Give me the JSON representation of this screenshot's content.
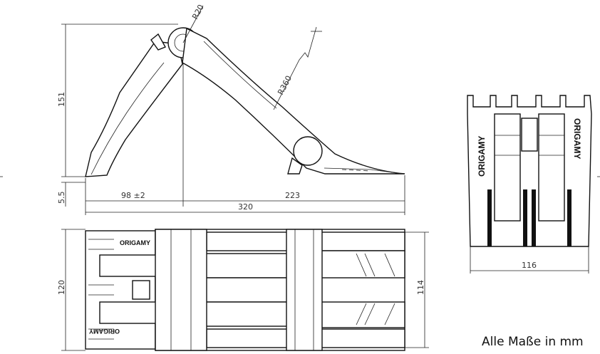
{
  "dimensions": {
    "radius_small": "R20",
    "radius_large": "R360",
    "height_total": "151",
    "height_base": "5.5",
    "length_front": "98 ±2",
    "length_rear": "223",
    "length_total": "320",
    "width_outer": "120",
    "width_inner": "114",
    "width_end_view": "116"
  },
  "brand_labels": {
    "top_view_upper": "ORIGAMY",
    "top_view_lower": "ORIGAMY",
    "end_view_left": "ORIGAMY",
    "end_view_right": "ORIGAMY"
  },
  "note": "Alle Maße in mm"
}
